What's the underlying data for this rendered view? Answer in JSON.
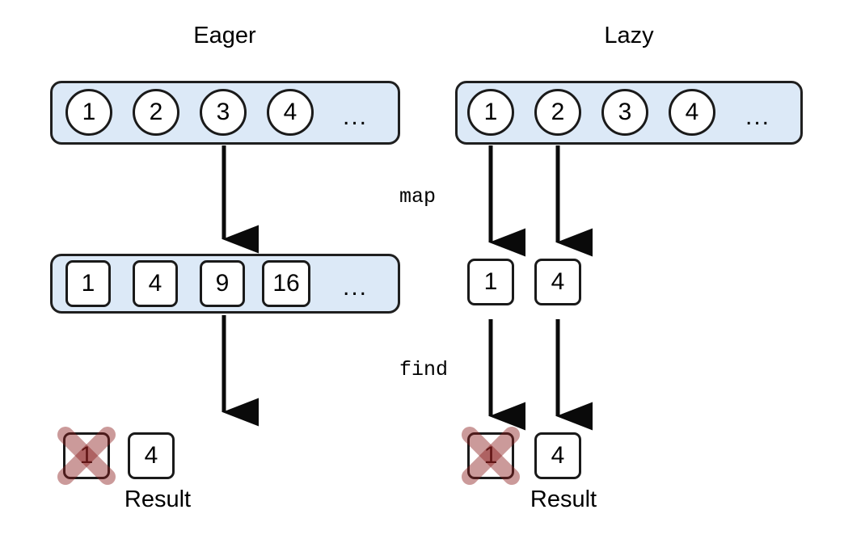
{
  "diagram": {
    "title_eager": "Eager",
    "title_lazy": "Lazy",
    "operations": {
      "map": "map",
      "find": "find"
    },
    "result_caption_eager": "Result",
    "result_caption_lazy": "Result",
    "ellipsis": "...",
    "colors": {
      "container_fill": "#dce9f7",
      "stroke": "#1a1a1a",
      "item_fill": "#ffffff",
      "cross_mark": "#c08a8a",
      "background": "#ffffff"
    },
    "eager": {
      "source_row": {
        "items": [
          "1",
          "2",
          "3",
          "4"
        ],
        "shape": "circle",
        "ellipsis": "..."
      },
      "mapped_row": {
        "items": [
          "1",
          "4",
          "9",
          "16"
        ],
        "shape": "square",
        "ellipsis": "..."
      },
      "result_row": {
        "items": [
          {
            "value": "1",
            "crossed_out": true
          },
          {
            "value": "4",
            "crossed_out": false
          }
        ]
      }
    },
    "lazy": {
      "source_row": {
        "items": [
          "1",
          "2",
          "3",
          "4"
        ],
        "shape": "circle",
        "ellipsis": "..."
      },
      "mapped_row": {
        "items": [
          "1",
          "4"
        ],
        "shape": "square"
      },
      "result_row": {
        "items": [
          {
            "value": "1",
            "crossed_out": true
          },
          {
            "value": "4",
            "crossed_out": false
          }
        ]
      }
    }
  }
}
